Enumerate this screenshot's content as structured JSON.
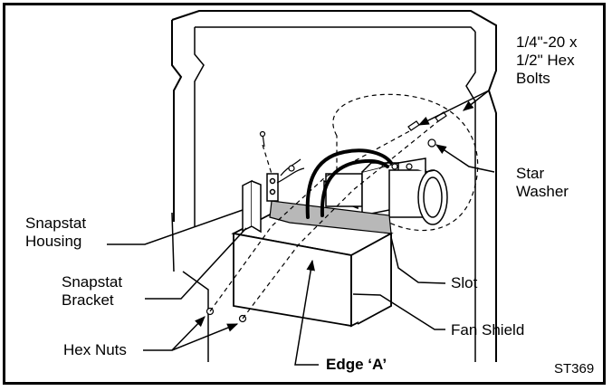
{
  "labels": {
    "hex_bolts": [
      "1/4\"-20 x",
      "1/2\" Hex",
      "Bolts"
    ],
    "star_washer": [
      "Star",
      "Washer"
    ],
    "snapstat_housing": [
      "Snapstat",
      "Housing"
    ],
    "snapstat_bracket": [
      "Snapstat",
      "Bracket"
    ],
    "slot": "Slot",
    "fan_shield": "Fan Shield",
    "hex_nuts": "Hex Nuts",
    "edge_a": "Edge ‘A’",
    "figure_code": "ST369"
  },
  "colors": {
    "line": "#000000",
    "slot_fill": "#b8b8b8",
    "background": "#ffffff"
  }
}
